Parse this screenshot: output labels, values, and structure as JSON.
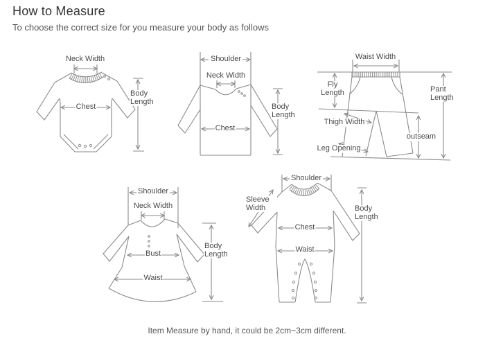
{
  "page": {
    "title": "How to Measure",
    "subtitle": "To choose the correct size for you measure your body as follows",
    "note": "Item Measure by hand, it could be 2cm~3cm different."
  },
  "colors": {
    "title": "#333333",
    "label": "#4a4a4a",
    "muted": "#555555",
    "line": "#8a8a8a"
  },
  "diagrams": {
    "bodysuit": {
      "neck_width": "Neck Width",
      "chest": "Chest",
      "body_length": "Body Length"
    },
    "tshirt": {
      "shoulder": "Shoulder",
      "neck_width": "Neck Width",
      "chest": "Chest",
      "body_length": "Body Length"
    },
    "pants": {
      "waist_width": "Waist Width",
      "fly_length": "Fly Length",
      "pant_length": "Pant Length",
      "thigh_width": "Thigh Width",
      "outseam": "outseam",
      "leg_opening": "Leg Opening"
    },
    "dress": {
      "shoulder": "Shoulder",
      "neck_width": "Neck Width",
      "bust": "Bust",
      "waist": "Waist",
      "body_length": "Body Length"
    },
    "romper": {
      "shoulder": "Shoulder",
      "sleeve_width": "Sleeve Width",
      "chest": "Chest",
      "waist": "Waist",
      "body_length": "Body Length"
    }
  }
}
